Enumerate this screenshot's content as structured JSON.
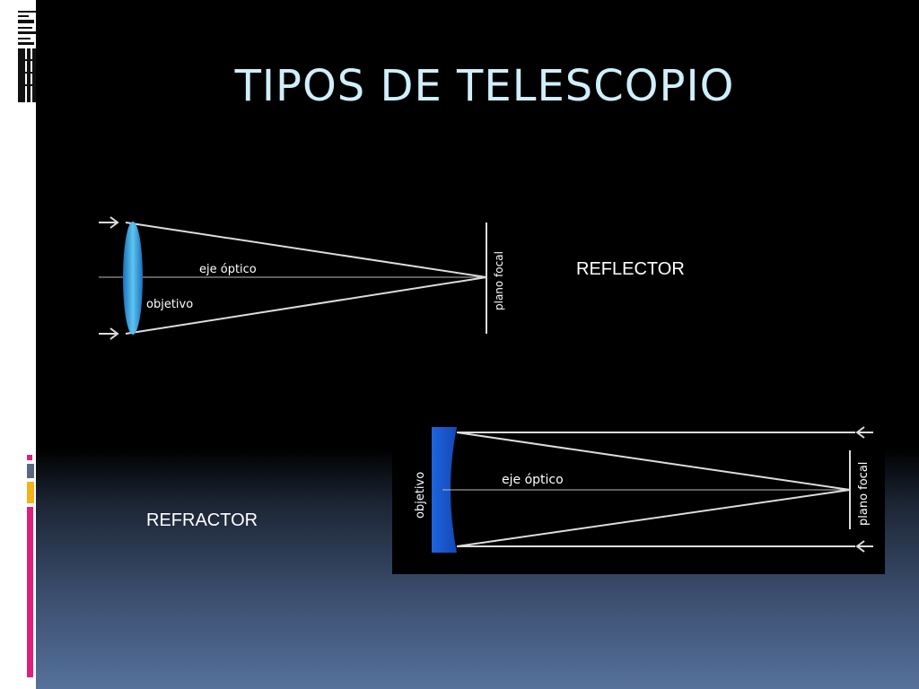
{
  "slide": {
    "title": "TIPOS DE TELESCOPIO"
  },
  "captions": {
    "reflector": "REFLECTOR",
    "refractor": "REFRACTOR"
  },
  "lens_diagram": {
    "label_axis": "eje óptico",
    "label_objective": "objetivo",
    "label_focal_plane": "plano focal"
  },
  "mirror_diagram": {
    "label_axis": "eje óptico",
    "label_objective": "objetivo",
    "label_focal_plane": "plano focal"
  },
  "colors": {
    "title": "#cfeffb",
    "accent_pink": "#e01f7c",
    "accent_gray": "#58687f",
    "accent_yellow": "#f2b21a",
    "lens_blue": "#39a9e3",
    "mirror_blue": "#1f64dc"
  }
}
